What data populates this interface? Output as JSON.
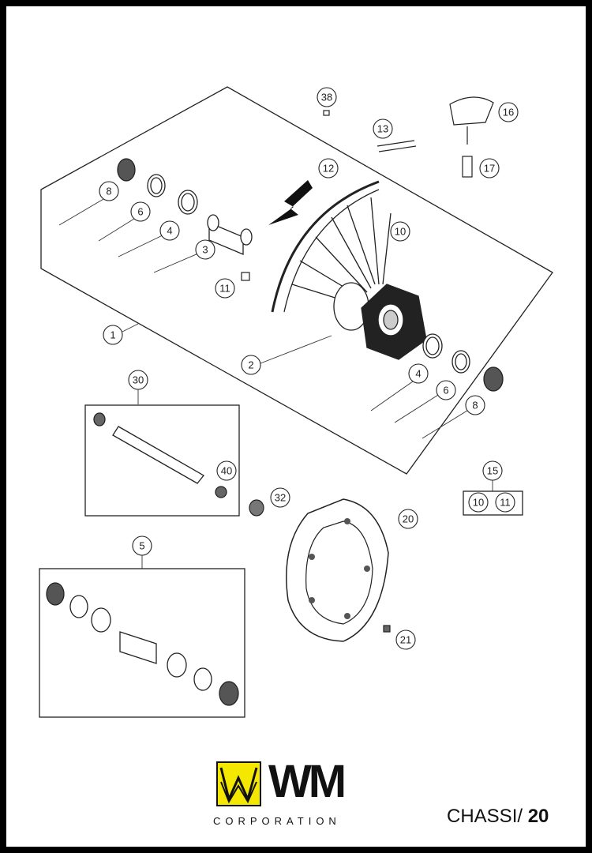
{
  "callouts": {
    "c1": "1",
    "c2": "2",
    "c3": "3",
    "c4a": "4",
    "c4b": "4",
    "c5": "5",
    "c6a": "6",
    "c6b": "6",
    "c8a": "8",
    "c8b": "8",
    "c10a": "10",
    "c10b": "10",
    "c11a": "11",
    "c11b": "11",
    "c12": "12",
    "c13": "13",
    "c15": "15",
    "c16": "16",
    "c17": "17",
    "c20": "20",
    "c21": "21",
    "c30": "30",
    "c32": "32",
    "c38": "38",
    "c40": "40"
  },
  "logo": {
    "wordmark": "WM",
    "subtitle": "CORPORATION",
    "accent_color": "#f5e800"
  },
  "footer": {
    "section": "CHASSI/",
    "page_number": "20"
  }
}
